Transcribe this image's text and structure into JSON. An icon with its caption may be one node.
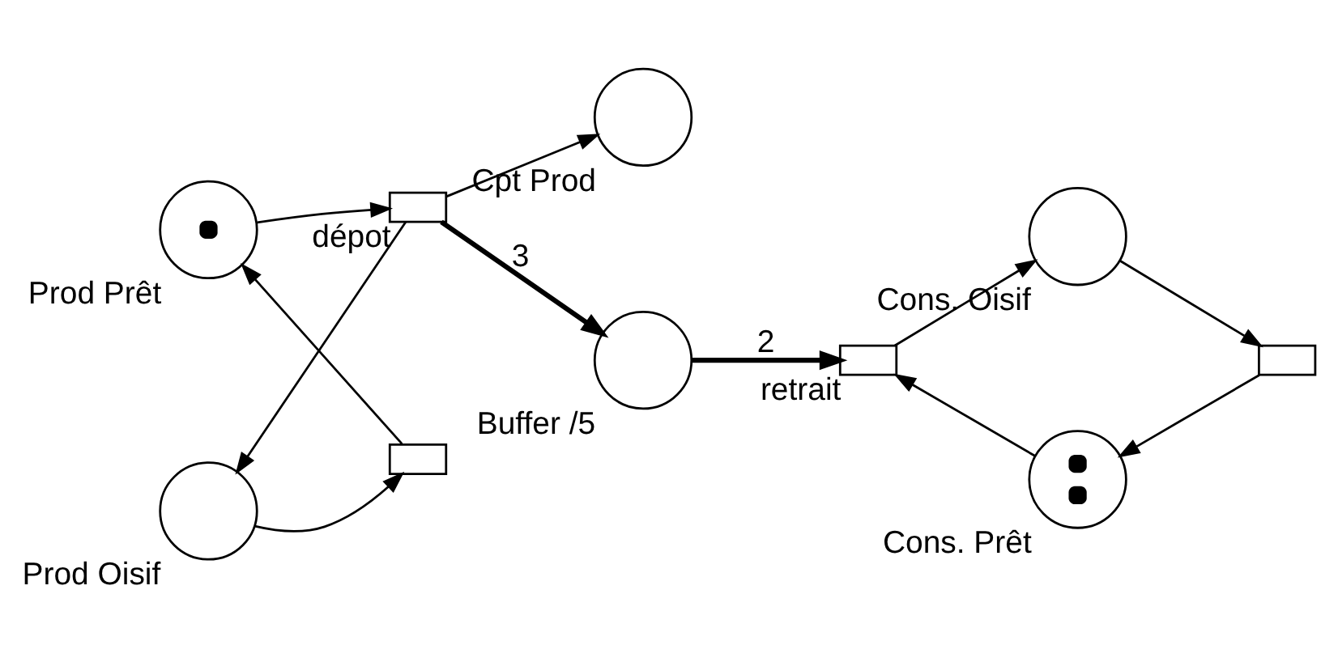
{
  "diagram": {
    "nodes": [
      {
        "text": [
          "Prod Prêt"
        ]
      },
      {
        "text": [],
        "shape": "box"
      },
      {
        "text": [
          "dépot"
        ]
      },
      {
        "text": [
          "Prod Oisif"
        ]
      },
      {
        "text": [
          "Cpt Prod"
        ]
      },
      {
        "text": [
          "Buffer /5"
        ]
      },
      {
        "text": [
          "retrait"
        ]
      },
      {
        "text": [
          "Cons. Oisif"
        ]
      },
      {
        "text": [],
        "shape": "box"
      },
      {
        "text": [
          "Cons. Prêt"
        ]
      }
    ],
    "edges": [
      {
        "from": 1,
        "to": 0,
        "arrow": "to"
      },
      {
        "from": 0,
        "to": 2,
        "arrow": "to"
      },
      {
        "from": 2,
        "to": 3,
        "arrow": "to"
      },
      {
        "from": 3,
        "to": 1,
        "arrow": "to"
      },
      {
        "from": 2,
        "to": 4,
        "arrow": "to"
      },
      {
        "from": 2,
        "to": 5,
        "arrow": "to",
        "label": "3",
        "style": "thick"
      },
      {
        "from": 5,
        "to": 6,
        "arrow": "to",
        "label": "2",
        "style": "thick"
      },
      {
        "from": 6,
        "to": 7,
        "arrow": "to"
      },
      {
        "from": 7,
        "to": 8,
        "arrow": "to"
      },
      {
        "from": 8,
        "to": 9,
        "arrow": "to"
      },
      {
        "from": 9,
        "to": 6,
        "arrow": "to"
      }
    ]
  }
}
